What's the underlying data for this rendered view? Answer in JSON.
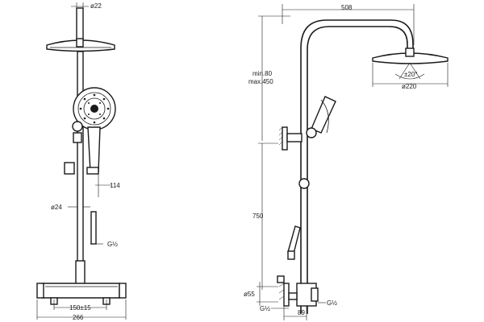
{
  "front_view": {
    "dims": {
      "pipe_diameter": "ø22",
      "holder_offset": "114",
      "rail_diameter": "ø24",
      "thread_size": "G½",
      "center_distance": "150±15",
      "total_width": "266"
    }
  },
  "side_view": {
    "dims": {
      "arm_reach": "508",
      "height_min": "min.80",
      "height_max": "max.450",
      "tilt_angle": "±20°",
      "head_diameter": "ø220",
      "rail_height": "750",
      "bottom_diameter": "ø55",
      "thread_left": "G½",
      "thread_right": "G½",
      "wall_offset": "89"
    }
  }
}
